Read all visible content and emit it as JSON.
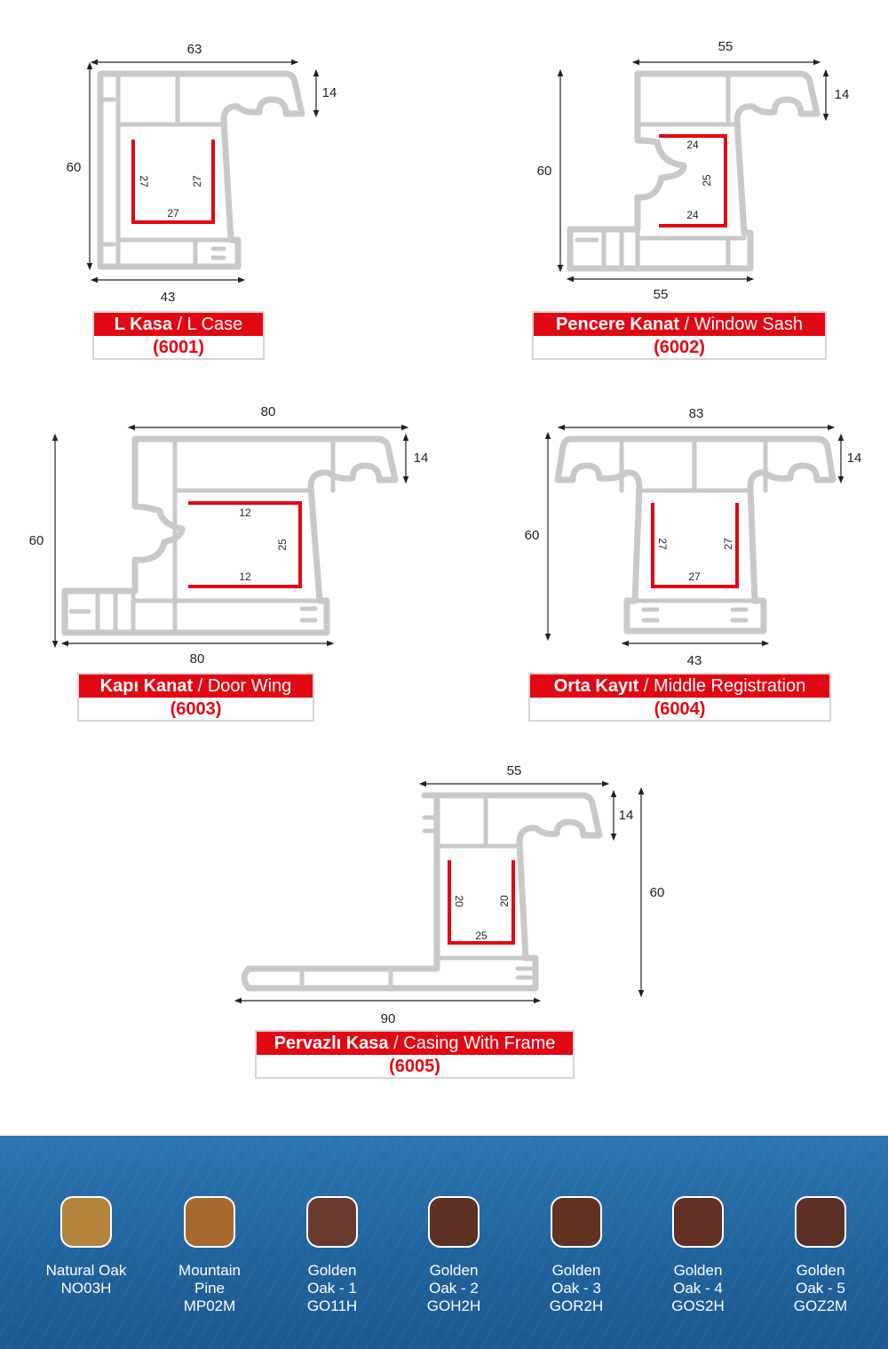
{
  "profiles": [
    {
      "title_tr": "L Kasa",
      "title_en": "L Case",
      "code": "(6001)",
      "dims": {
        "top": "63",
        "right": "14",
        "left": "60",
        "bottom": "43",
        "inner_left": "27",
        "inner_right": "27",
        "inner_bottom": "27"
      }
    },
    {
      "title_tr": "Pencere Kanat",
      "title_en": "Window Sash",
      "code": "(6002)",
      "dims": {
        "top": "55",
        "right": "14",
        "left": "60",
        "bottom": "55",
        "inner_top": "24",
        "inner_right": "25",
        "inner_bottom": "24"
      }
    },
    {
      "title_tr": "Kapı Kanat",
      "title_en": "Door Wing",
      "code": "(6003)",
      "dims": {
        "top": "80",
        "right": "14",
        "left": "60",
        "bottom": "80",
        "inner_top": "12",
        "inner_right": "25",
        "inner_bottom": "12"
      }
    },
    {
      "title_tr": "Orta Kayıt",
      "title_en": "Middle Registration",
      "code": "(6004)",
      "dims": {
        "top": "83",
        "right": "14",
        "left": "60",
        "bottom": "43",
        "inner_left": "27",
        "inner_right": "27",
        "inner_bottom": "27"
      }
    },
    {
      "title_tr": "Pervazlı Kasa",
      "title_en": "Casing With Frame",
      "code": "(6005)",
      "dims": {
        "top": "55",
        "right": "14",
        "far_right": "60",
        "bottom": "90",
        "inner_left": "20",
        "inner_right": "20",
        "inner_bottom": "25"
      }
    }
  ],
  "separator": "/",
  "colors": [
    {
      "name1": "Natural Oak",
      "name2": "",
      "code": "NO03H",
      "hex": "#b5843c"
    },
    {
      "name1": "Mountain",
      "name2": "Pine",
      "code": "MP02M",
      "hex": "#a8692e"
    },
    {
      "name1": "Golden",
      "name2": "Oak - 1",
      "code": "GO11H",
      "hex": "#6b3a2f"
    },
    {
      "name1": "Golden",
      "name2": "Oak - 2",
      "code": "GOH2H",
      "hex": "#5d3124"
    },
    {
      "name1": "Golden",
      "name2": "Oak - 3",
      "code": "GOR2H",
      "hex": "#623322"
    },
    {
      "name1": "Golden",
      "name2": "Oak - 4",
      "code": "GOS2H",
      "hex": "#642f25"
    },
    {
      "name1": "Golden",
      "name2": "Oak - 5",
      "code": "GOZ2M",
      "hex": "#5d3126"
    }
  ],
  "theme": {
    "accent": "#e30613",
    "profile_gray": "#c9c9c9",
    "panel_blue": "#2266a0"
  }
}
